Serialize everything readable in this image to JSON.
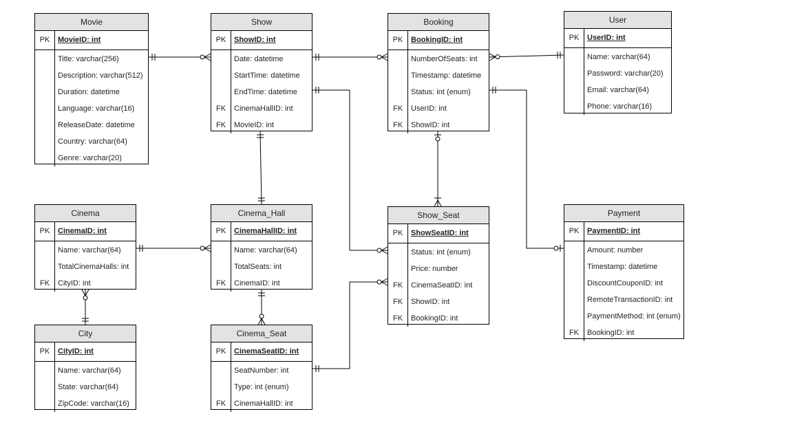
{
  "entities": [
    {
      "name": "Movie",
      "pk": "MovieID: int",
      "fields": [
        {
          "key": "",
          "name": "Title: varchar(256)"
        },
        {
          "key": "",
          "name": "Description: varchar(512)"
        },
        {
          "key": "",
          "name": "Duration: datetime"
        },
        {
          "key": "",
          "name": "Language: varchar(16)"
        },
        {
          "key": "",
          "name": "ReleaseDate: datetime"
        },
        {
          "key": "",
          "name": "Country: varchar(64)"
        },
        {
          "key": "",
          "name": "Genre: varchar(20)"
        }
      ]
    },
    {
      "name": "Show",
      "pk": "ShowID: int",
      "fields": [
        {
          "key": "",
          "name": "Date: datetime"
        },
        {
          "key": "",
          "name": "StartTime: datetime"
        },
        {
          "key": "",
          "name": "EndTime: datetime"
        },
        {
          "key": "FK",
          "name": "CinemaHallID: int"
        },
        {
          "key": "FK",
          "name": "MovieID: int"
        }
      ]
    },
    {
      "name": "Booking",
      "pk": "BookingID: int",
      "fields": [
        {
          "key": "",
          "name": "NumberOfSeats: int"
        },
        {
          "key": "",
          "name": "Timestamp: datetime"
        },
        {
          "key": "",
          "name": "Status: int (enum)"
        },
        {
          "key": "FK",
          "name": "UserID: int"
        },
        {
          "key": "FK",
          "name": "ShowID: int"
        }
      ]
    },
    {
      "name": "User",
      "pk": "UserID: int",
      "fields": [
        {
          "key": "",
          "name": "Name: varchar(64)"
        },
        {
          "key": "",
          "name": "Password: varchar(20)"
        },
        {
          "key": "",
          "name": "Email: varchar(64)"
        },
        {
          "key": "",
          "name": "Phone: varchar(16)"
        }
      ]
    },
    {
      "name": "Cinema",
      "pk": "CinemaID: int",
      "fields": [
        {
          "key": "",
          "name": "Name: varchar(64)"
        },
        {
          "key": "",
          "name": "TotalCinemaHalls: int"
        },
        {
          "key": "FK",
          "name": "CityID: int"
        }
      ]
    },
    {
      "name": "Cinema_Hall",
      "pk": "CinemaHallID: int",
      "fields": [
        {
          "key": "",
          "name": "Name: varchar(64)"
        },
        {
          "key": "",
          "name": "TotalSeats: int"
        },
        {
          "key": "FK",
          "name": "CinemaID: int"
        }
      ]
    },
    {
      "name": "Show_Seat",
      "pk": "ShowSeatID: int",
      "fields": [
        {
          "key": "",
          "name": "Status: int (enum)"
        },
        {
          "key": "",
          "name": "Price: number"
        },
        {
          "key": "FK",
          "name": "CinemaSeatID: int"
        },
        {
          "key": "FK",
          "name": "ShowID: int"
        },
        {
          "key": "FK",
          "name": "BookingID: int"
        }
      ]
    },
    {
      "name": "Payment",
      "pk": "PaymentID: int",
      "fields": [
        {
          "key": "",
          "name": "Amount: number"
        },
        {
          "key": "",
          "name": "Timestamp: datetime"
        },
        {
          "key": "",
          "name": "DiscountCouponID: int"
        },
        {
          "key": "",
          "name": "RemoteTransactionID: int"
        },
        {
          "key": "",
          "name": "PaymentMethod: int (enum)"
        },
        {
          "key": "FK",
          "name": "BookingID: int"
        }
      ]
    },
    {
      "name": "City",
      "pk": "CityID: int",
      "fields": [
        {
          "key": "",
          "name": "Name: varchar(64)"
        },
        {
          "key": "",
          "name": "State: varchar(64)"
        },
        {
          "key": "",
          "name": "ZipCode: varchar(16)"
        }
      ]
    },
    {
      "name": "Cinema_Seat",
      "pk": "CinemaSeatID: int",
      "fields": [
        {
          "key": "",
          "name": "SeatNumber: int"
        },
        {
          "key": "",
          "name": "Type: int (enum)"
        },
        {
          "key": "FK",
          "name": "CinemaHallID: int"
        }
      ]
    }
  ],
  "pk_label": "PK",
  "relationships": [
    {
      "from": "Movie",
      "to": "Show",
      "from_card": "one",
      "to_card": "zero-or-many"
    },
    {
      "from": "Show",
      "to": "Booking",
      "from_card": "one",
      "to_card": "zero-or-many"
    },
    {
      "from": "Booking",
      "to": "User",
      "from_card": "zero-or-many",
      "to_card": "one"
    },
    {
      "from": "Show",
      "to": "Cinema_Hall",
      "from_card": "one",
      "to_card": "one"
    },
    {
      "from": "Booking",
      "to": "Show_Seat",
      "from_card": "zero-or-one",
      "to_card": "one-or-many"
    },
    {
      "from": "Show",
      "to": "Show_Seat",
      "from_card": "one",
      "to_card": "zero-or-many"
    },
    {
      "from": "Booking",
      "to": "Payment",
      "from_card": "one",
      "to_card": "zero-or-one"
    },
    {
      "from": "Cinema",
      "to": "Cinema_Hall",
      "from_card": "one",
      "to_card": "zero-or-many"
    },
    {
      "from": "Cinema",
      "to": "City",
      "from_card": "zero-or-many",
      "to_card": "one"
    },
    {
      "from": "Cinema_Hall",
      "to": "Cinema_Seat",
      "from_card": "one",
      "to_card": "zero-or-many"
    },
    {
      "from": "Cinema_Seat",
      "to": "Show_Seat",
      "from_card": "one",
      "to_card": "zero-or-many"
    }
  ]
}
